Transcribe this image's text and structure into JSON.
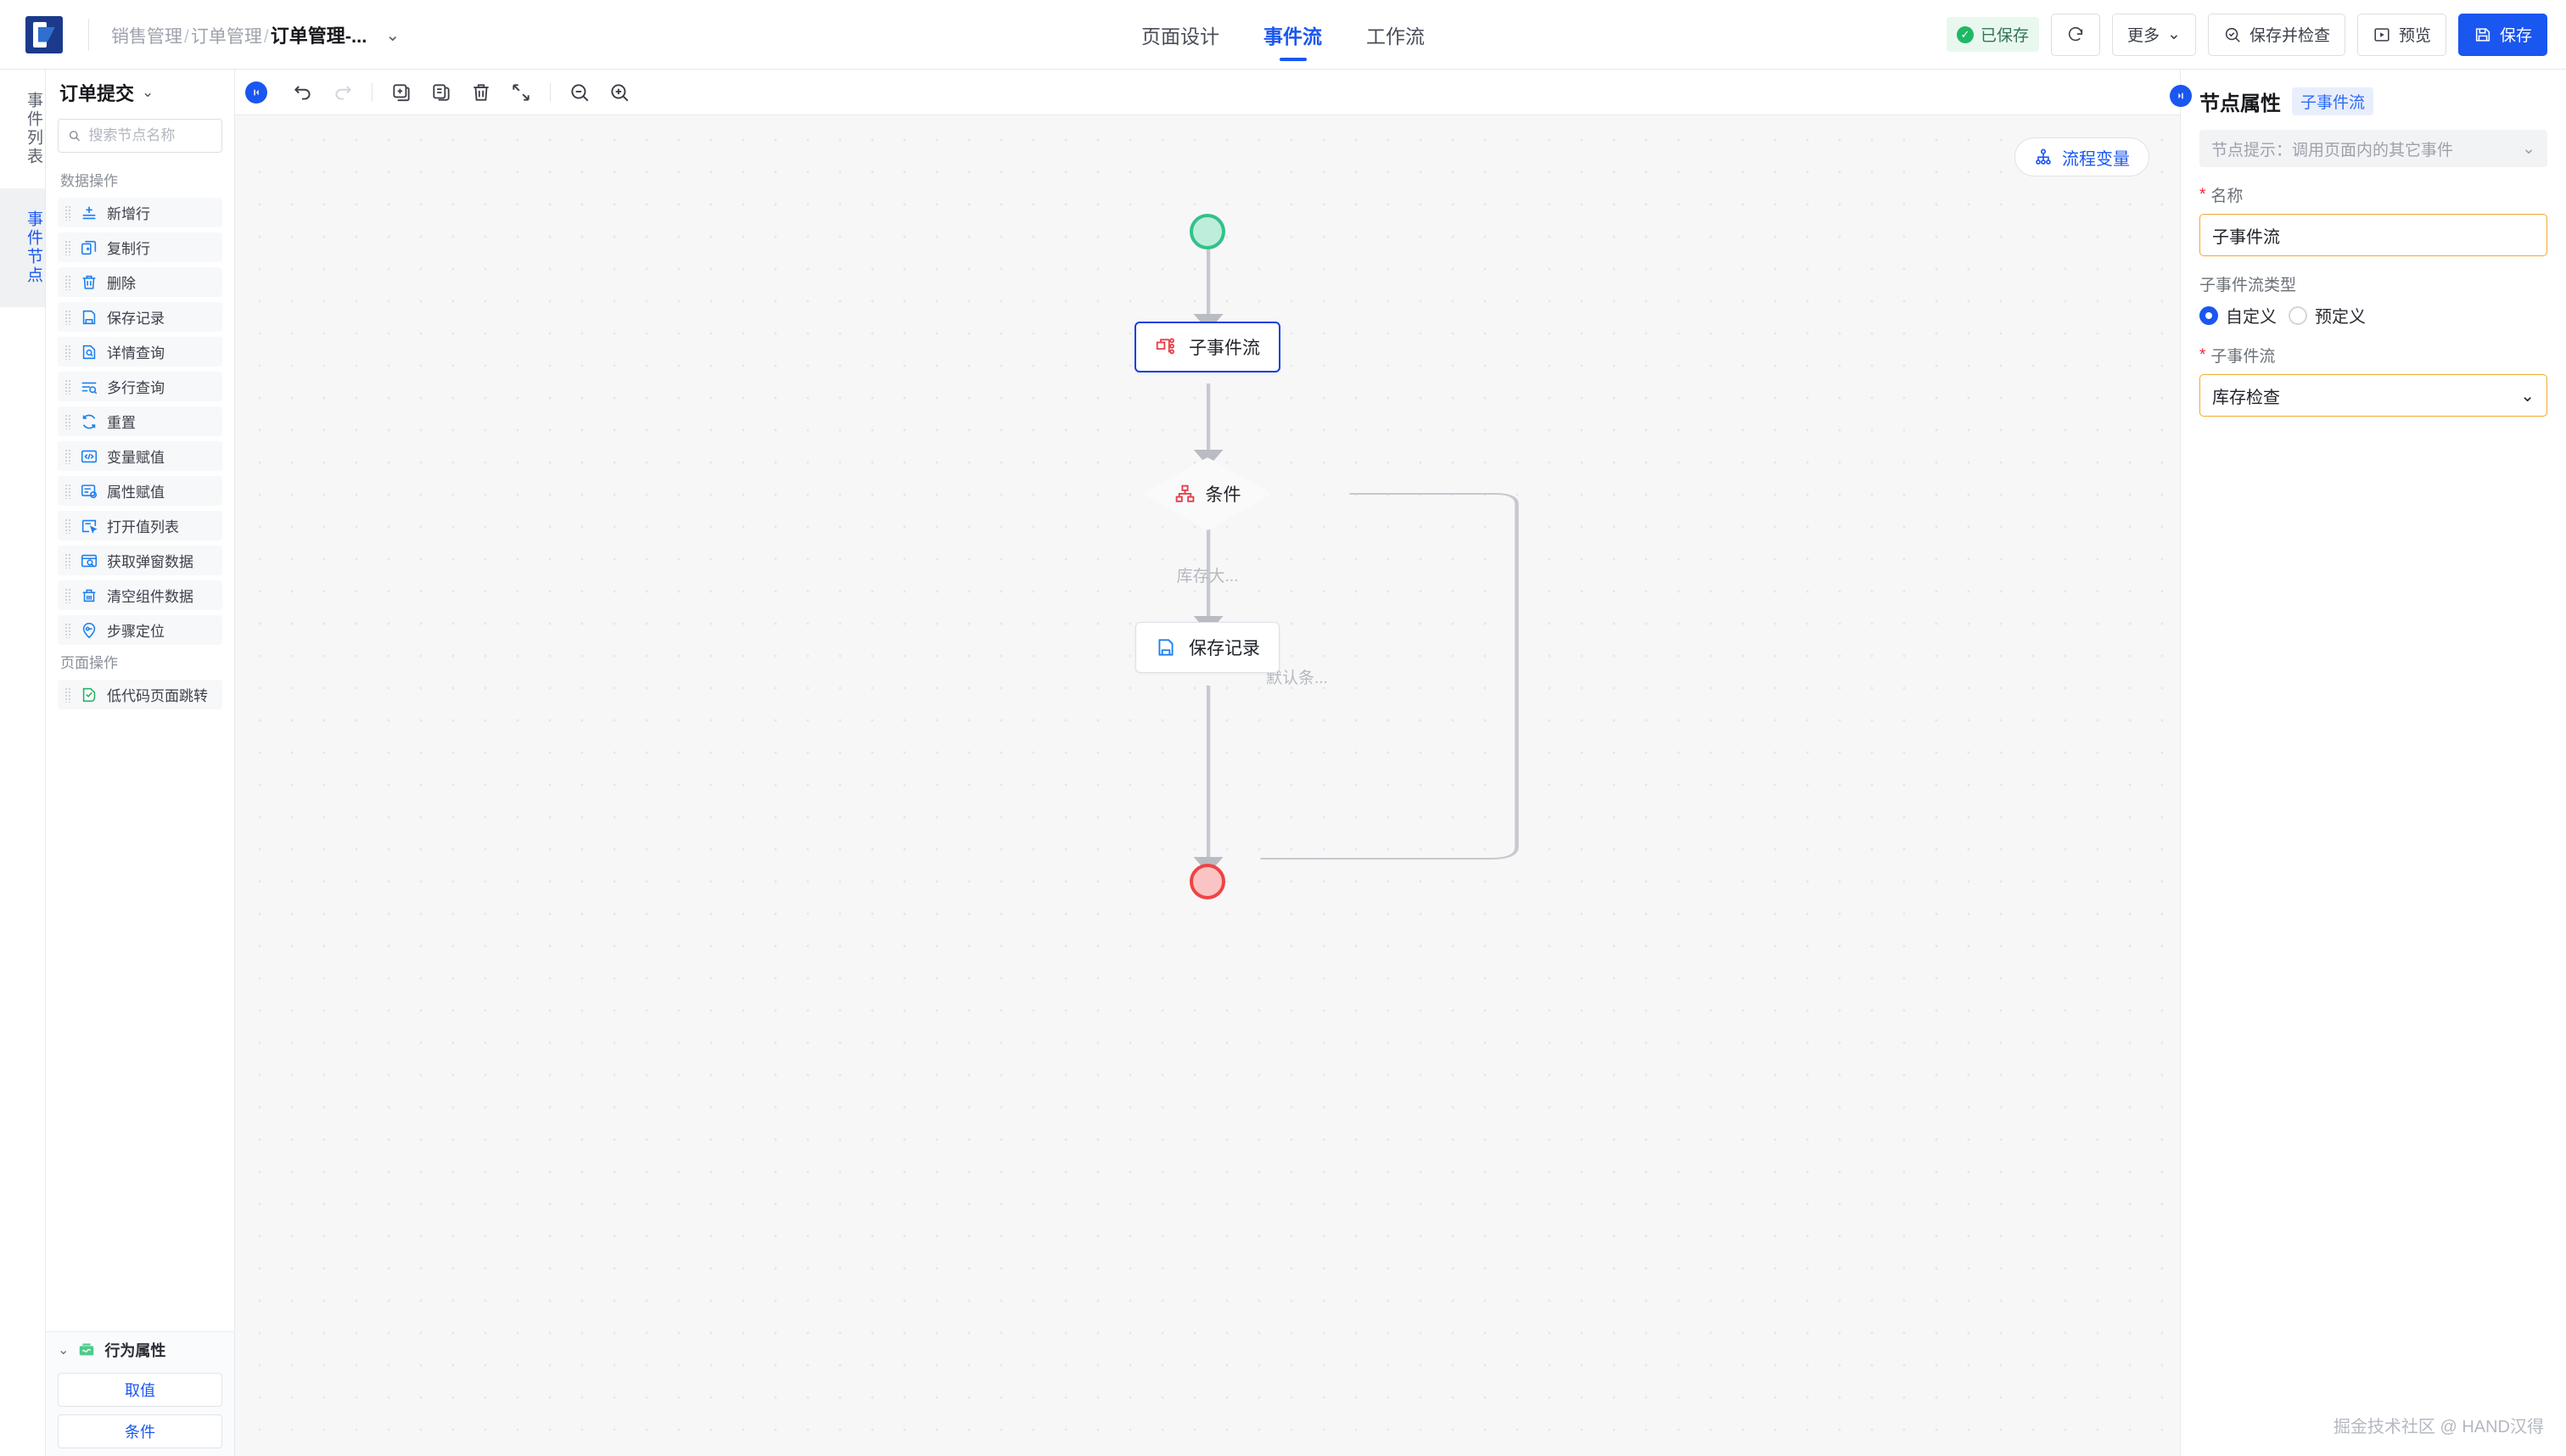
{
  "header": {
    "logo_name": "app-logo",
    "breadcrumb": {
      "parts": [
        "销售管理",
        "订单管理"
      ],
      "current": "订单管理-...",
      "caret": "⌄"
    },
    "tabs": [
      {
        "label": "页面设计",
        "active": false
      },
      {
        "label": "事件流",
        "active": true
      },
      {
        "label": "工作流",
        "active": false
      }
    ],
    "status_badge": {
      "label": "已保存",
      "color": "#20b765",
      "bg": "#e9f8ef"
    },
    "actions": {
      "refresh_label": "",
      "more_label": "更多",
      "more_caret": "⌄",
      "save_check_label": "保存并检查",
      "preview_label": "预览",
      "save_label": "保存"
    }
  },
  "rail": {
    "tabs": [
      {
        "label": "事件列表",
        "active": false
      },
      {
        "label": "事件节点",
        "active": true
      }
    ]
  },
  "palette": {
    "title": "订单提交",
    "caret": "⌄",
    "search": {
      "placeholder": "搜索节点名称",
      "value": ""
    },
    "groups": [
      {
        "name": "数据操作",
        "items": [
          {
            "label": "新增行",
            "icon": "add-row-icon",
            "color": "#1a7ff0"
          },
          {
            "label": "复制行",
            "icon": "copy-row-icon",
            "color": "#1a7ff0"
          },
          {
            "label": "删除",
            "icon": "trash-icon",
            "color": "#1a7ff0"
          },
          {
            "label": "保存记录",
            "icon": "save-record-icon",
            "color": "#1a7ff0"
          },
          {
            "label": "详情查询",
            "icon": "detail-query-icon",
            "color": "#1a7ff0"
          },
          {
            "label": "多行查询",
            "icon": "multi-row-query-icon",
            "color": "#1a7ff0"
          },
          {
            "label": "重置",
            "icon": "reset-icon",
            "color": "#1a7ff0"
          },
          {
            "label": "变量赋值",
            "icon": "code-assign-icon",
            "color": "#1a7ff0"
          },
          {
            "label": "属性赋值",
            "icon": "property-assign-icon",
            "color": "#1a7ff0"
          },
          {
            "label": "打开值列表",
            "icon": "open-value-list-icon",
            "color": "#1a7ff0"
          },
          {
            "label": "获取弹窗数据",
            "icon": "modal-data-icon",
            "color": "#1a7ff0"
          },
          {
            "label": "清空组件数据",
            "icon": "clear-data-icon",
            "color": "#1a7ff0"
          },
          {
            "label": "步骤定位",
            "icon": "step-locate-icon",
            "color": "#1a7ff0"
          }
        ]
      },
      {
        "name": "页面操作",
        "items": [
          {
            "label": "低代码页面跳转",
            "icon": "page-jump-icon",
            "color": "#27b265"
          }
        ]
      }
    ],
    "behavior": {
      "caret": "⌄",
      "title": "行为属性",
      "icon": "behavior-icon",
      "buttons": [
        {
          "label": "取值"
        },
        {
          "label": "条件"
        }
      ]
    }
  },
  "canvas": {
    "toolbar": {
      "collapse": "collapse-left-icon",
      "items": [
        {
          "name": "undo-icon",
          "disabled": false
        },
        {
          "name": "redo-icon",
          "disabled": true
        },
        {
          "name": "copy-icon",
          "disabled": false
        },
        {
          "name": "paste-icon",
          "disabled": false
        },
        {
          "name": "delete-icon",
          "disabled": false
        },
        {
          "name": "fit-screen-icon",
          "disabled": false
        },
        {
          "name": "zoom-out-icon",
          "disabled": false
        },
        {
          "name": "zoom-in-icon",
          "disabled": false
        }
      ]
    },
    "flow_variable_label": "流程变量",
    "nodes": [
      {
        "id": "start",
        "type": "start",
        "label": ""
      },
      {
        "id": "subflow",
        "type": "box",
        "label": "子事件流",
        "icon": "subflow-icon",
        "selected": true
      },
      {
        "id": "condition",
        "type": "diamond",
        "label": "条件",
        "icon": "condition-icon"
      },
      {
        "id": "saverecord",
        "type": "box",
        "label": "保存记录",
        "icon": "save-record-icon",
        "selected": false
      },
      {
        "id": "end",
        "type": "end",
        "label": ""
      }
    ],
    "edge_labels": [
      {
        "id": "branch-true",
        "text": "库存大..."
      },
      {
        "id": "branch-default",
        "text": "默认条..."
      }
    ]
  },
  "right_panel": {
    "collapse": "collapse-right-icon",
    "title": "节点属性",
    "badge": "子事件流",
    "hint": {
      "text": "节点提示：调用页面内的其它事件",
      "caret": "⌄"
    },
    "name_field": {
      "label": "名称",
      "required": true,
      "value": "子事件流"
    },
    "type_field": {
      "label": "子事件流类型",
      "options": [
        {
          "label": "自定义",
          "selected": true
        },
        {
          "label": "预定义",
          "selected": false
        }
      ]
    },
    "subflow_field": {
      "label": "子事件流",
      "required": true,
      "value": "库存检查",
      "caret": "⌄"
    }
  },
  "watermark": "掘金技术社区 @ HAND汉得"
}
